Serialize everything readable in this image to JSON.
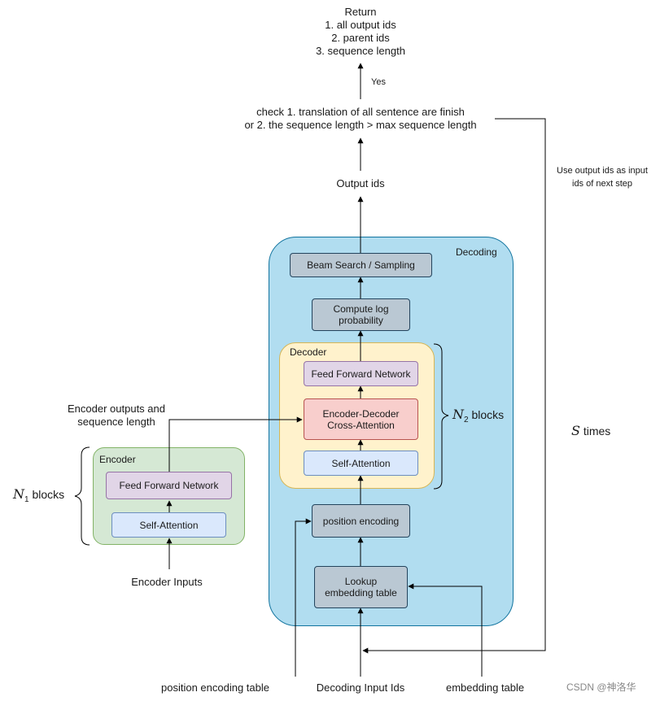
{
  "return_block": {
    "title": "Return",
    "line1": "1. all output ids",
    "line2": "2. parent ids",
    "line3": "3. sequence length"
  },
  "yes_label": "Yes",
  "check_text": {
    "line1": "check 1. translation of all sentence are finish",
    "line2": "or 2. the sequence length > max sequence length"
  },
  "loop_note": "Use output ids as input\nids of next step",
  "s_times": {
    "var": "S",
    "suffix": "times"
  },
  "output_ids": "Output ids",
  "decoding": {
    "label": "Decoding",
    "beam_search": "Beam Search / Sampling",
    "compute_log_prob": "Compute log\nprobability",
    "position_encoding": "position encoding",
    "lookup": "Lookup\nembedding table"
  },
  "decoder": {
    "label": "Decoder",
    "ffn": "Feed Forward Network",
    "cross_attention": "Encoder-Decoder\nCross-Attention",
    "self_attention": "Self-Attention",
    "n2_var": "N",
    "n2_sub": "2",
    "n2_suffix": "blocks"
  },
  "encoder": {
    "label": "Encoder",
    "ffn": "Feed Forward Network",
    "self_attention": "Self-Attention",
    "n1_var": "N",
    "n1_sub": "1",
    "n1_suffix": "blocks"
  },
  "encoder_outputs": "Encoder outputs and\nsequence length",
  "encoder_inputs": "Encoder Inputs",
  "position_encoding_table": "position encoding table",
  "decoding_input_ids": "Decoding Input Ids",
  "embedding_table": "embedding table",
  "watermark": "CSDN @神洛华",
  "colors": {
    "decoding_bg": "#b1ddf0",
    "decoder_bg": "#fff2cc",
    "encoder_bg": "#d5e8d4",
    "gray_box": "#bac8d3",
    "purple_box": "#e1d5e7",
    "blue_box": "#dae8fc",
    "red_box": "#f8cecc"
  }
}
